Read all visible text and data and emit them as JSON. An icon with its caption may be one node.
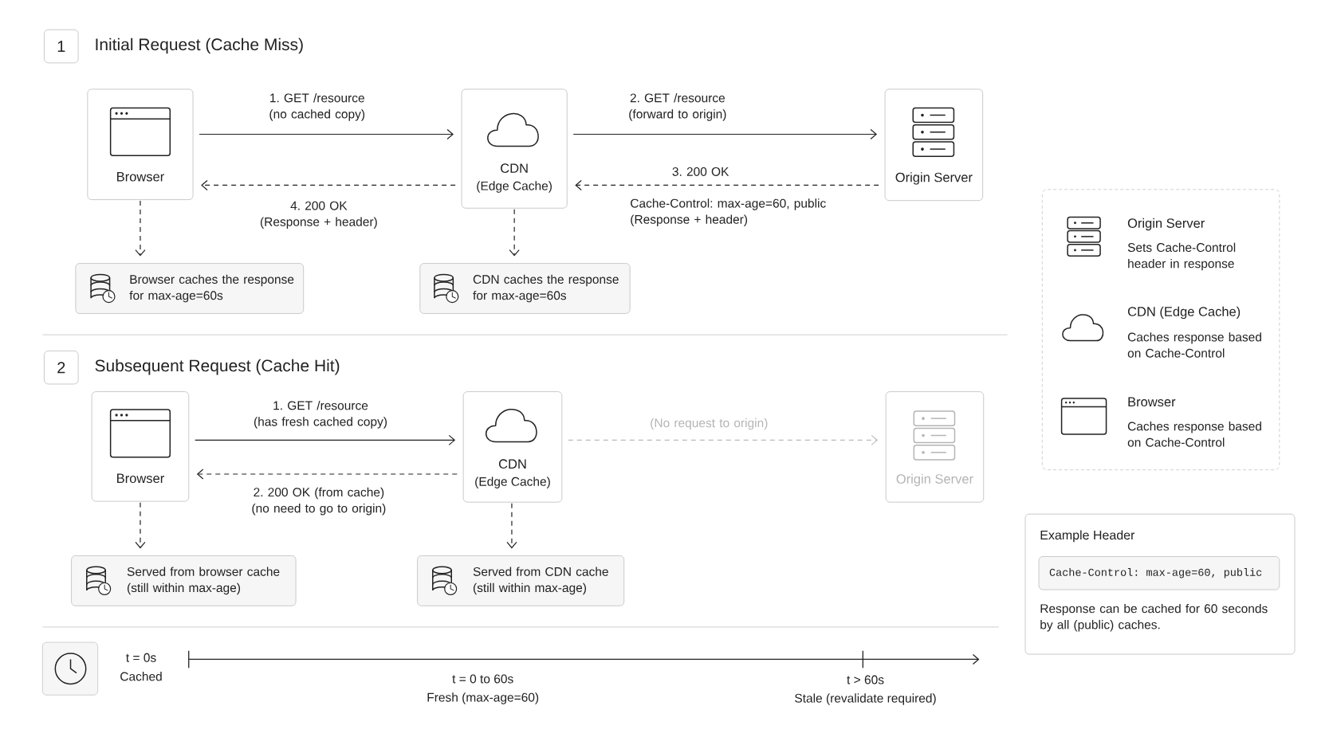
{
  "diagram": {
    "nodes": [
      {
        "text": [
          "1"
        ],
        "beside": [
          "Initial Request (Cache Miss)"
        ]
      },
      {
        "text": [
          "Browser"
        ]
      },
      {
        "text": [
          "CDN",
          "(Edge Cache)"
        ]
      },
      {
        "text": [
          "Origin Server"
        ]
      },
      {
        "text": [
          "Browser caches the response for max-age=60s"
        ]
      },
      {
        "text": [
          "CDN caches the response for max-age=60s"
        ]
      },
      {
        "text": [
          "2"
        ],
        "beside": [
          "Subsequent Request (Cache Hit)"
        ]
      },
      {
        "text": [
          "Browser"
        ]
      },
      {
        "text": [
          "CDN",
          "(Edge Cache)"
        ]
      },
      {
        "text": [
          "Origin Server"
        ]
      },
      {
        "text": [
          "Served from browser cache (still within max-age)"
        ]
      },
      {
        "text": [
          "Served from CDN cache (still within max-age)"
        ]
      },
      {
        "text": [
          "Example Header",
          "Response can be cached for 60 seconds by all (public) caches."
        ]
      },
      {
        "text": [
          "Cache-Control: max-age=60, public"
        ],
        "in": 12
      }
    ],
    "edges": [
      {
        "from": 1,
        "to": 2,
        "arrow": "to",
        "label": "1. GET /resource (no cached copy)"
      },
      {
        "from": 2,
        "to": 3,
        "arrow": "to",
        "label": "2. GET /resource (forward to origin)"
      },
      {
        "from": 3,
        "to": 2,
        "arrow": "to",
        "style": "dashed",
        "label": "3. 200 OK"
      },
      {
        "from": 2,
        "to": 1,
        "arrow": "to",
        "style": "dashed",
        "label": "4. 200 OK (Response + header)"
      },
      {
        "from": 1,
        "to": 4,
        "arrow": "to",
        "style": "dashed"
      },
      {
        "from": 2,
        "to": 5,
        "arrow": "to",
        "style": "dashed"
      },
      {
        "from": 7,
        "to": 8,
        "arrow": "to",
        "label": "1. GET /resource (has fresh cached copy)"
      },
      {
        "from": 8,
        "to": 7,
        "arrow": "to",
        "style": "dashed",
        "label": "2. 200 OK (from cache) (no need to go to origin)"
      },
      {
        "from": 8,
        "to": 9,
        "arrow": "to",
        "style": "dashed",
        "color": "#bbbbbb",
        "label": "(No request to origin)"
      },
      {
        "from": 7,
        "to": 10,
        "arrow": "to",
        "style": "dashed"
      },
      {
        "from": 8,
        "to": 11,
        "arrow": "to",
        "style": "dashed"
      }
    ],
    "labels": [
      "Cache-Control: max-age=60, public (Response + header)",
      "Origin Server",
      "Sets Cache-Control header in response",
      "CDN (Edge Cache)",
      "Caches response based on Cache-Control",
      "Browser",
      "Caches response based on Cache-Control",
      "t = 0s",
      "Cached",
      "t = 0 to 60s",
      "Fresh (max-age=60)",
      "t > 60s",
      "Stale (revalidate required)"
    ]
  }
}
